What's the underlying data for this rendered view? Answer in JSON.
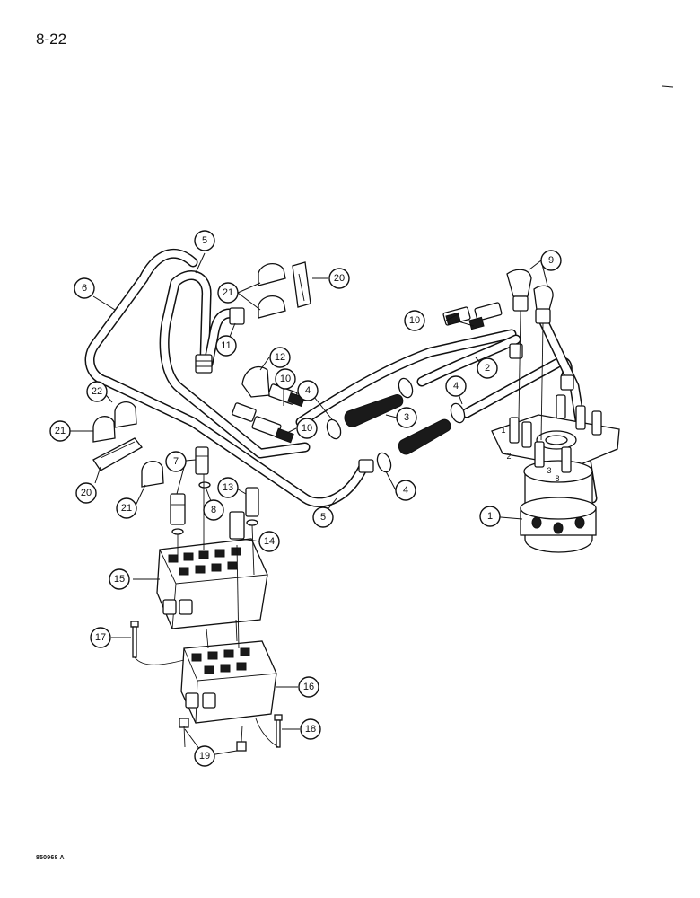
{
  "page": {
    "page_number": "8-22",
    "figure_code": "850968 A"
  },
  "callouts": [
    "1",
    "2",
    "3",
    "4",
    "5",
    "6",
    "7",
    "8",
    "9",
    "10",
    "11",
    "12",
    "13",
    "14",
    "15",
    "16",
    "17",
    "18",
    "19",
    "20",
    "21",
    "22"
  ],
  "port_numbers": [
    "1",
    "2",
    "3",
    "8"
  ]
}
